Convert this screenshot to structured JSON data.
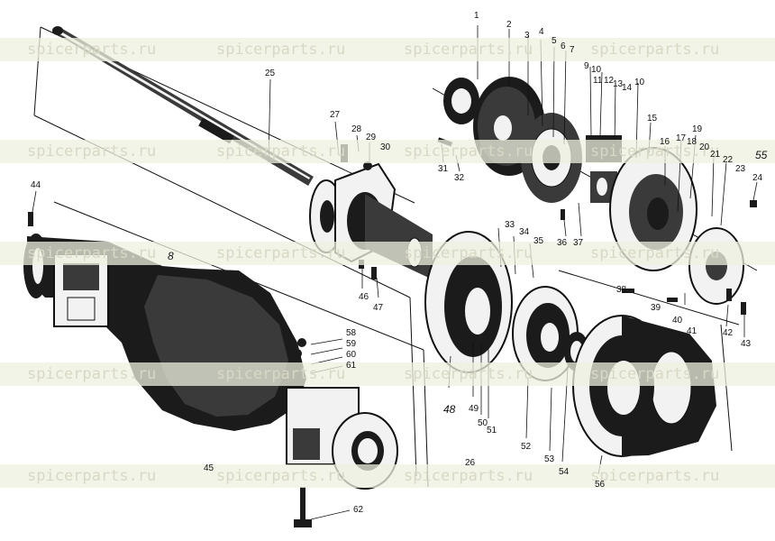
{
  "watermark": {
    "text": "spicerparts.ru",
    "color": "#d8d8c4",
    "band_color": "#eef0e0"
  },
  "labels": [
    "1",
    "2",
    "3",
    "4",
    "5",
    "6",
    "7",
    "9",
    "10",
    "11",
    "12",
    "13",
    "14",
    "10",
    "15",
    "16",
    "17",
    "18",
    "19",
    "20",
    "21",
    "22",
    "23",
    "24",
    "55",
    "25",
    "27",
    "28",
    "29",
    "30",
    "31",
    "32",
    "33",
    "34",
    "35",
    "36",
    "37",
    "38",
    "39",
    "40",
    "41",
    "42",
    "43",
    "44",
    "8",
    "45",
    "46",
    "47",
    "48",
    "49",
    "50",
    "51",
    "52",
    "53",
    "54",
    "56",
    "58",
    "59",
    "60",
    "61",
    "26",
    "62"
  ]
}
